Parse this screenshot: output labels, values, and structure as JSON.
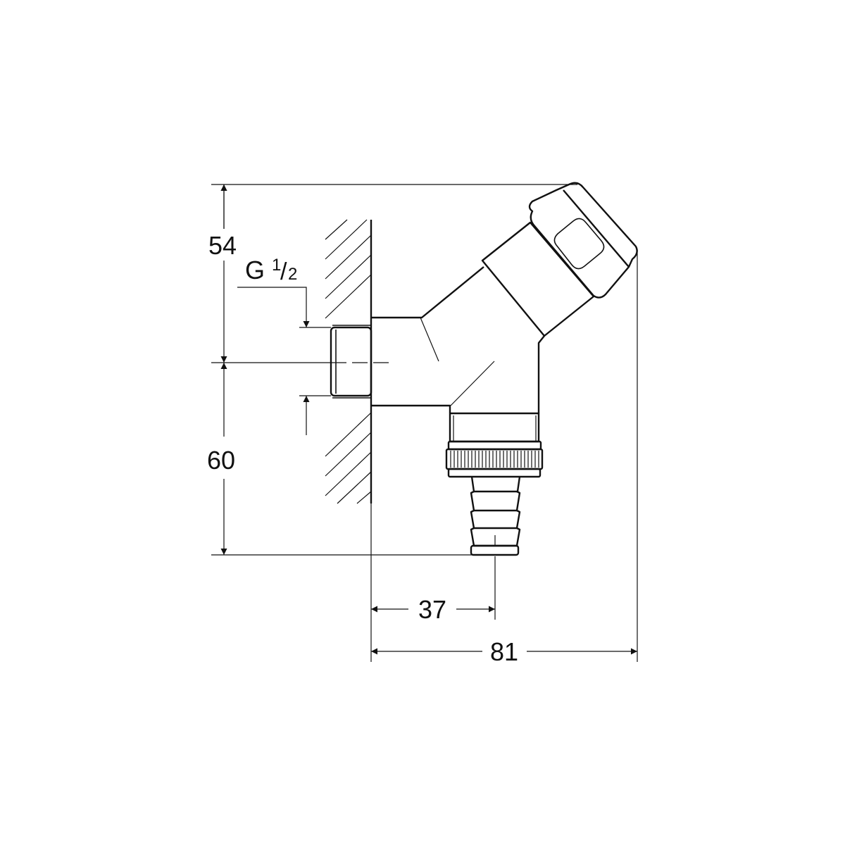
{
  "drawing": {
    "dimensions": {
      "height_upper": "54",
      "height_lower": "60",
      "depth_outlet": "37",
      "depth_total": "81"
    },
    "thread_label": {
      "prefix": "G",
      "numerator": "1",
      "denominator": "2"
    }
  }
}
